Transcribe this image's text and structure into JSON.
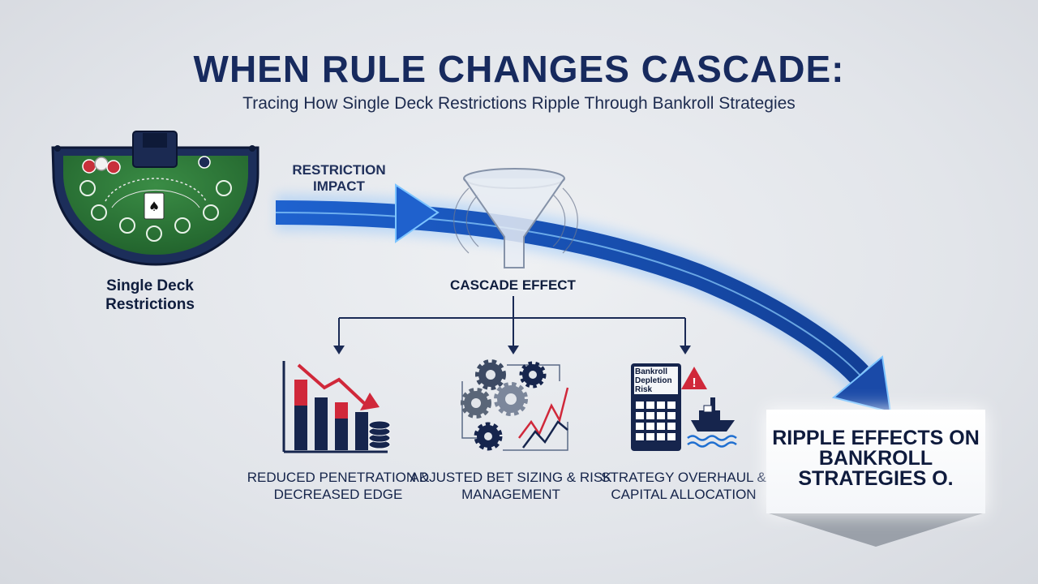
{
  "header": {
    "title": "WHEN RULE CHANGES CASCADE:",
    "subtitle": "Tracing How Single Deck Restrictions Ripple Through Bankroll Strategies"
  },
  "diagram": {
    "table_label": "Single Deck Restrictions",
    "arrow_label": "RESTRICTION IMPACT",
    "funnel_label": "CASCADE EFFECT",
    "branches": [
      {
        "label": "REDUCED PENETRATION & DECREASED EDGE",
        "icon": "declining-bar-chart-icon"
      },
      {
        "label": "ADJUSTED BET SIZING & RISK MANAGEMENT",
        "icon": "gears-icon"
      },
      {
        "label": "STRATEGY OVERHAUL & CAPITAL ALLOCATION",
        "icon": "calculator-icon"
      }
    ],
    "calculator_caption": "Bankroll Depletion Risk",
    "outcome_label": "RIPPLE EFFECTS ON BANKROLL STRATEGIES O."
  },
  "colors": {
    "title": "#172a5e",
    "arrow_blue": "#1f5fc0",
    "felt_green": "#2f7a3a",
    "chart_red": "#d0283a",
    "chart_navy": "#16254d"
  }
}
